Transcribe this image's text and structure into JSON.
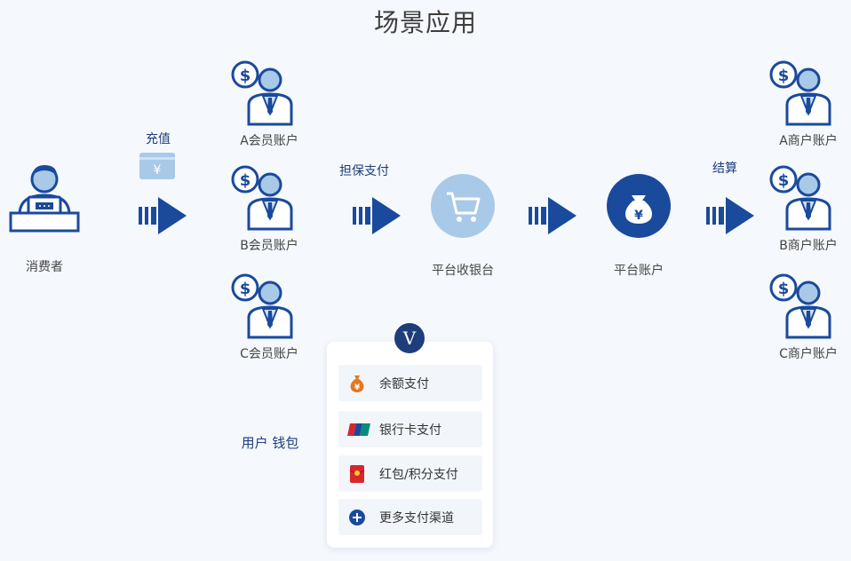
{
  "title": "场景应用",
  "consumer": {
    "label": "消费者"
  },
  "recharge": {
    "label": "充值"
  },
  "guarantee": {
    "label": "担保支付"
  },
  "settlement": {
    "label": "结算"
  },
  "member_accounts": [
    "A会员账户",
    "B会员账户",
    "C会员账户"
  ],
  "merchant_accounts": [
    "A商户账户",
    "B商户账户",
    "C商户账户"
  ],
  "platform_cashier": {
    "label": "平台收银台"
  },
  "platform_account": {
    "label": "平台账户"
  },
  "wallet": {
    "label": "用户 钱包",
    "badge": "V",
    "items": [
      {
        "label": "余额支付",
        "icon": "money-bag-icon"
      },
      {
        "label": "银行卡支付",
        "icon": "unionpay-icon"
      },
      {
        "label": "红包/积分支付",
        "icon": "red-envelope-icon"
      },
      {
        "label": "更多支付渠道",
        "icon": "plus-circle-icon"
      }
    ]
  },
  "colors": {
    "navy": "#1a4a9c",
    "light_blue": "#a9c9e8",
    "accent": "#1e3d7b"
  }
}
